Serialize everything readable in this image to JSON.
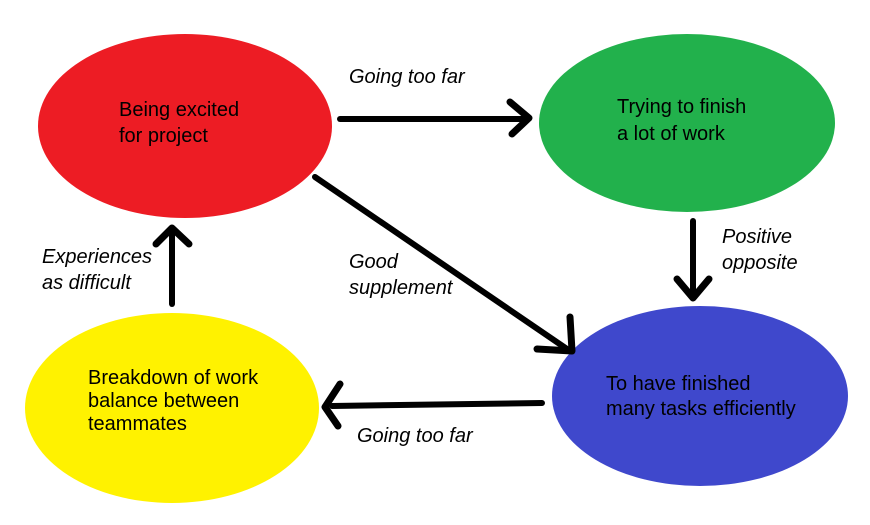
{
  "diagram": {
    "background": "#FFFFFF",
    "arrow_color": "#000000",
    "text_color": "#000000",
    "nodes": [
      {
        "id": "excited",
        "label": "Being excited for project",
        "lines": [
          "Being excited",
          "for project"
        ],
        "color": "#ED1C24",
        "shape": "ellipse"
      },
      {
        "id": "trying",
        "label": "Trying to finish a lot of work",
        "lines": [
          "Trying to finish",
          "a lot of work"
        ],
        "color": "#22B14C",
        "shape": "ellipse"
      },
      {
        "id": "finished",
        "label": "To have finished many tasks efficiently",
        "lines": [
          "To have finished",
          "many tasks efficiently"
        ],
        "color": "#3F48CC",
        "shape": "ellipse"
      },
      {
        "id": "breakdown",
        "label": "Breakdown of work balance between teammates",
        "lines": [
          "Breakdown of work",
          "balance between",
          "teammates"
        ],
        "color": "#FFF200",
        "shape": "ellipse"
      }
    ],
    "edges": [
      {
        "from": "excited",
        "to": "trying",
        "label": "Going too far",
        "lines": [
          "Going too far"
        ]
      },
      {
        "from": "trying",
        "to": "finished",
        "label": "Positive opposite",
        "lines": [
          "Positive",
          "opposite"
        ]
      },
      {
        "from": "excited",
        "to": "finished",
        "label": "Good supplement",
        "lines": [
          "Good",
          "supplement"
        ]
      },
      {
        "from": "finished",
        "to": "breakdown",
        "label": "Going too far",
        "lines": [
          "Going too far"
        ]
      },
      {
        "from": "breakdown",
        "to": "excited",
        "label": "Experiences as difficult",
        "lines": [
          "Experiences",
          "as difficult"
        ]
      }
    ]
  }
}
